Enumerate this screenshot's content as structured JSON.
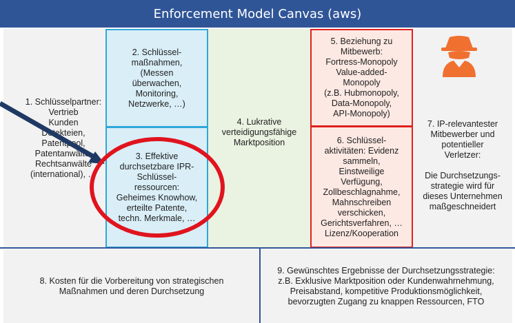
{
  "title": "Enforcement Model Canvas (aws)",
  "cells": {
    "c1": "1.  Schlüsselpartner:\nVertrieb\nKunden\nDetekteien,\nPatentpool,\nPatentanwälte,\nRechtsanwälte\n(international), …",
    "c2": "2. Schlüssel-\nmaßnahmen,\n(Messen\nüberwachen,\nMonitoring,\nNetzwerke, …)",
    "c3": "3. Effektive\ndurchsetzbare IPR-\nSchlüssel-\nressourcen:\nGeheimes Knowhow,\nerteilte Patente,\ntechn. Merkmale, …",
    "c4": "4. Lukrative\nverteidigungsfähige\nMarktposition",
    "c5": "5. Beziehung zu\nMitbewerb:\nFortress-Monopoly\nValue-added-\nMonopoly\n(z.B. Hubmonopoly,\nData-Monopoly,\nAPI-Monopoly)",
    "c6": "6. Schlüssel-\naktivitäten: Evidenz\nsammeln,\nEinstweilige\nVerfügung,\nZollbeschlagnahme,\nMahnschreiben\nverschicken,\nGerichtsverfahren, …\nLizenz/Kooperation",
    "c7": "7.  IP-relevantester\nMitbewerber und\npotentieller\nVerletzer:\n\nDie Durchsetzungs-\nstrategie wird für\ndieses Unternehmen\nmaßgeschneidert",
    "c8": "8. Kosten für die Vorbereitung von strategischen\nMaßnahmen und deren Durchsetzung",
    "c9": "9. Gewünschtes Ergebnisse der Durchsetzungsstrategie:\nz.B. Exklusive Marktposition oder Kundenwahrnehmung,\nPreisabstand, kompetitive Produktionsmöglichkeit,\nbevorzugten Zugang zu knappen Ressourcen, FTO"
  },
  "colors": {
    "title_bar": "#2f5597",
    "highlight_circle": "#e0141e",
    "arrow": "#1f3864",
    "spy_icon": "#f07030"
  }
}
